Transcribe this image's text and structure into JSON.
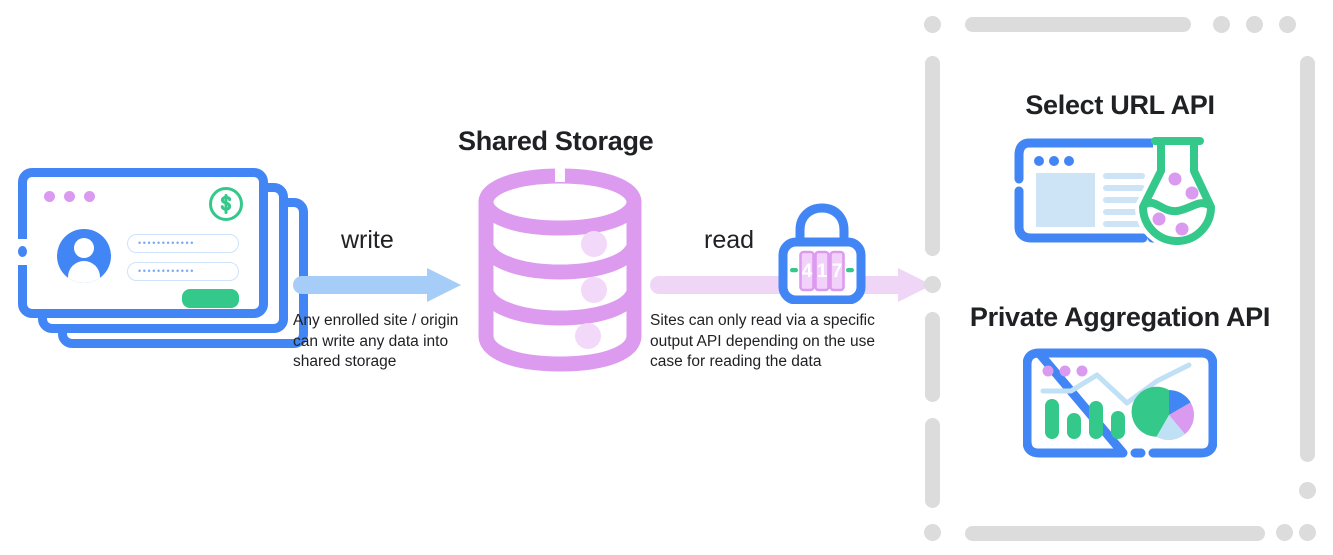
{
  "diagram": {
    "title": "Shared Storage write and read flow",
    "colors": {
      "blue": "#4285f4",
      "light_blue_arrow": "#a5cdf7",
      "purple_db": "#dd9bf0",
      "light_purple_arrow": "#efd6f7",
      "green": "#34c98a",
      "pink_dot": "#d99aef",
      "gray_panel": "#dcdcdc",
      "text": "#202124",
      "pale_blue_fill": "#cde4f7"
    }
  },
  "source": {
    "name": "stacked-site-windows",
    "icon": "browser-window-stack-icon",
    "card": {
      "traffic_dots": 3,
      "badge_icon": "dollar-coin-icon",
      "avatar_icon": "user-avatar-icon",
      "field_1_value": "••••••••••••",
      "field_2_value": "••••••••••••",
      "submit_button_label": ""
    }
  },
  "write_flow": {
    "label": "write",
    "caption": "Any enrolled site / origin can write any data into shared storage",
    "arrow_icon": "right-arrow-icon",
    "arrow_color": "#a5cdf7"
  },
  "storage": {
    "title": "Shared Storage",
    "icon": "database-cylinder-icon",
    "layers": 3,
    "color": "#dd9bf0"
  },
  "read_flow": {
    "label": "read",
    "caption": "Sites can only read via a specific output API depending on the use case for reading the data",
    "arrow_icon": "right-arrow-icon",
    "arrow_color": "#efd6f7",
    "lock": {
      "icon": "combination-padlock-icon",
      "combination": "417",
      "digits": [
        "4",
        "1",
        "7"
      ]
    }
  },
  "output_apis": {
    "panel_style": "dashed-rounded-border",
    "items": [
      {
        "title": "Select URL API",
        "icon": "browser-with-flask-icon",
        "sub_icons": [
          "browser-window-icon",
          "lab-flask-icon"
        ]
      },
      {
        "title": "Private Aggregation API",
        "icon": "browser-with-charts-icon",
        "sub_icons": [
          "line-chart-icon",
          "bar-chart-icon",
          "pie-chart-icon"
        ]
      }
    ]
  }
}
